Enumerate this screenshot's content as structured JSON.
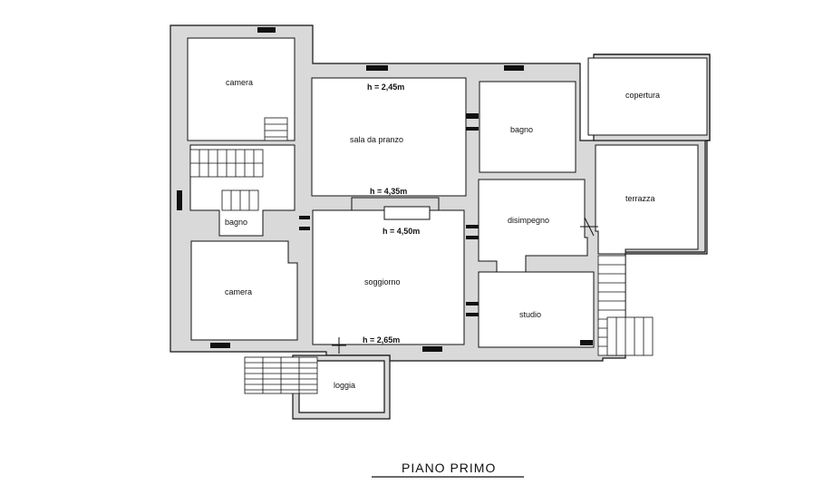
{
  "plan": {
    "rooms": {
      "camera_top": "camera",
      "sala": "sala da pranzo",
      "bagno_top": "bagno",
      "copertura": "copertura",
      "terrazza": "terrazza",
      "disimpegno": "disimpegno",
      "bagno_left": "bagno",
      "camera_bottom": "camera",
      "soggiorno": "soggiorno",
      "studio": "studio",
      "loggia": "loggia"
    },
    "heights": {
      "h1": "h = 2,45m",
      "h2": "h = 4,35m",
      "h3": "h = 4,50m",
      "h4": "h = 2,65m"
    },
    "caption": "PIANO PRIMO"
  }
}
